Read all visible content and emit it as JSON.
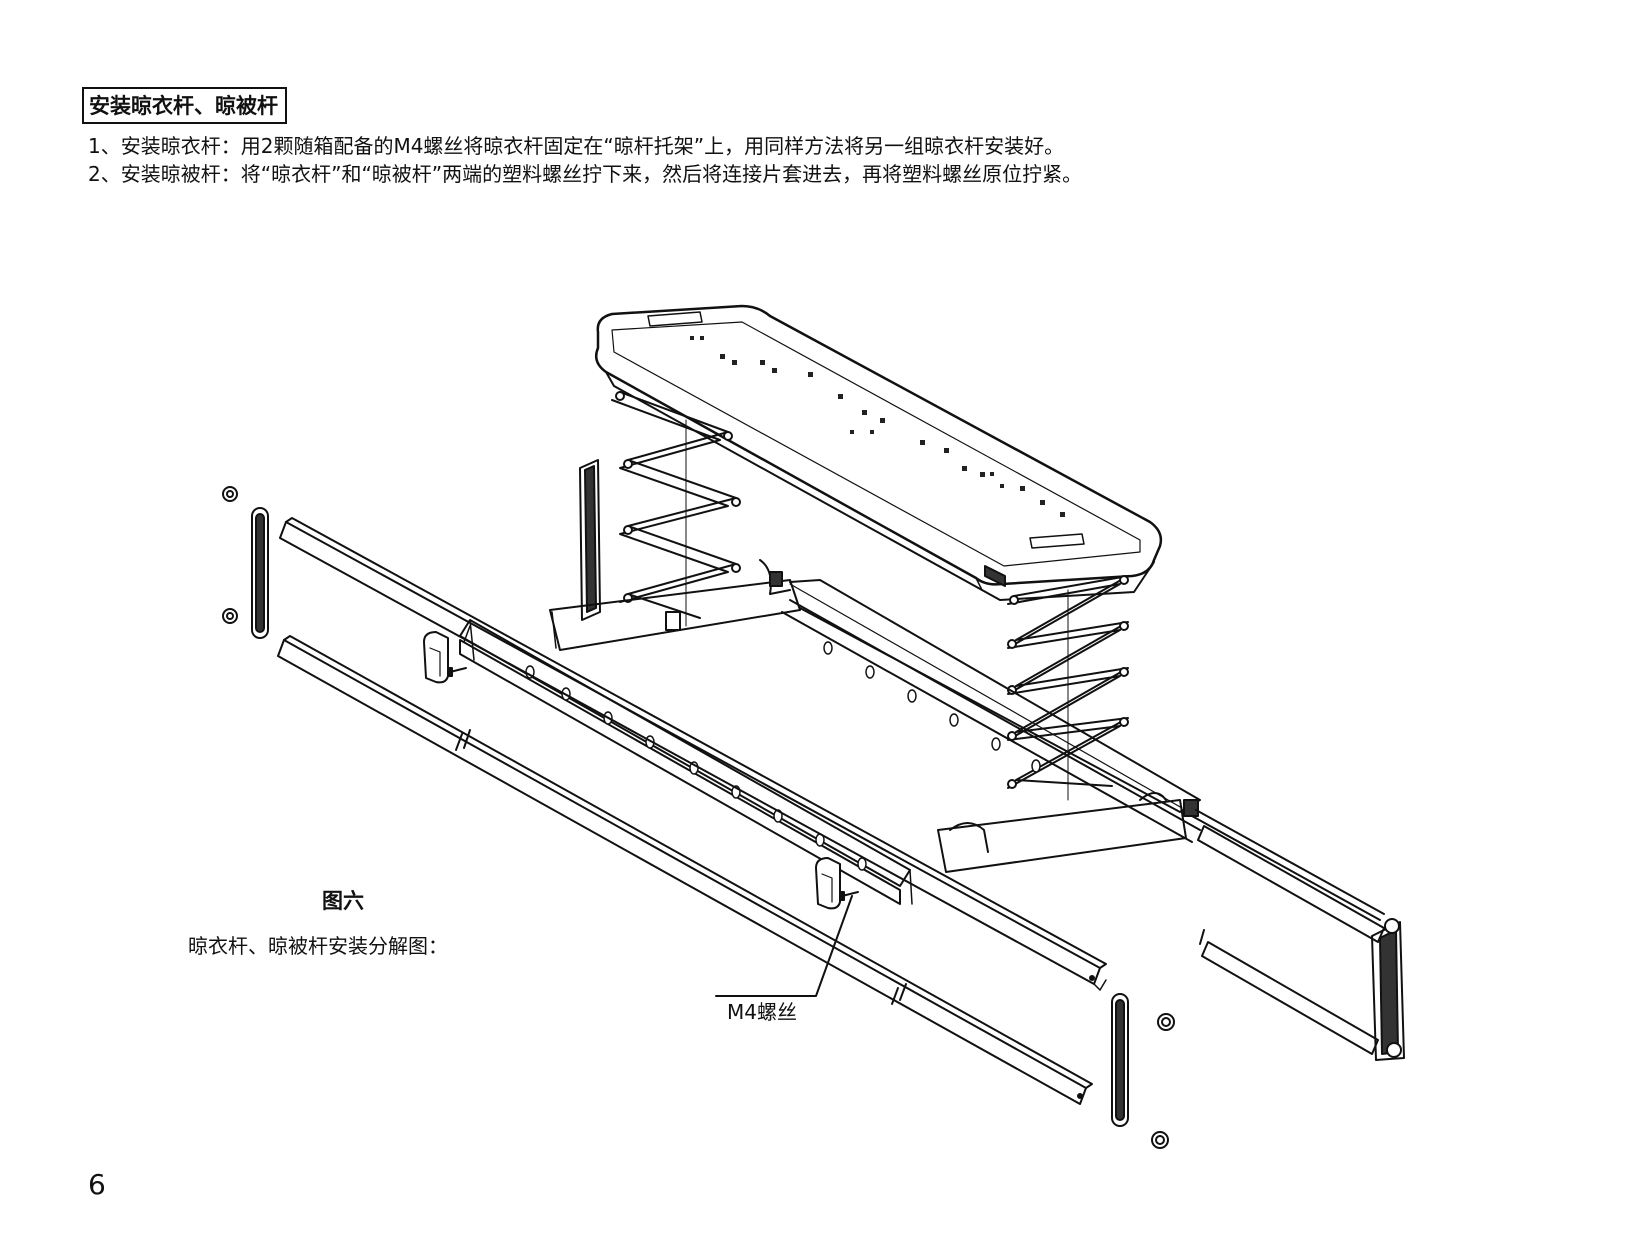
{
  "section_title": "安装晾衣杆、晾被杆",
  "instructions": [
    "1、安装晾衣杆：用2颗随箱配备的M4螺丝将晾衣杆固定在“晾杆托架”上，用同样方法将另一组晾衣杆安装好。",
    "2、安装晾被杆：将“晾衣杆”和“晾被杆”两端的塑料螺丝拧下来，然后将连接片套进去，再将塑料螺丝原位拧紧。"
  ],
  "figure": {
    "title": "图六",
    "caption": "晾衣杆、晾被杆安装分解图：",
    "callout_label": "M4螺丝"
  },
  "page_number": "6"
}
